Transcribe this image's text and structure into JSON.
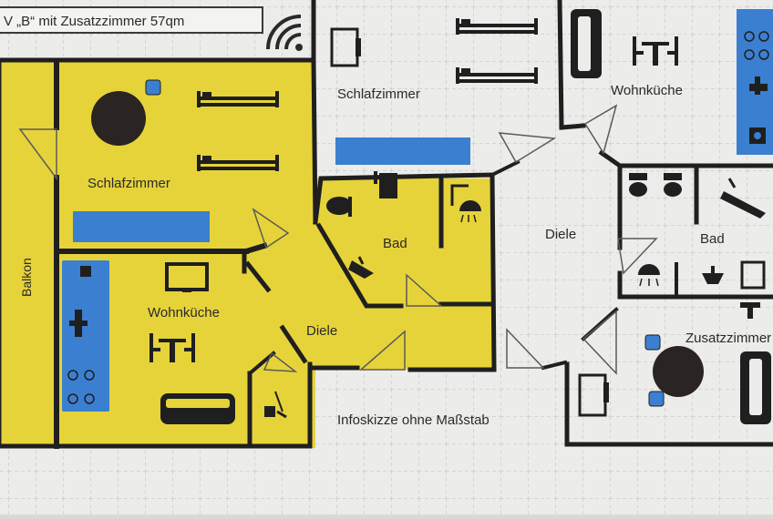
{
  "header": {
    "title": "V „B“ mit Zusatzzimmer 57qm"
  },
  "plan": {
    "left_unit": {
      "balcony": "Balkon",
      "bedroom": "Schlafzimmer",
      "kitchen_living": "Wohnküche",
      "hall": "Diele",
      "bathroom": "Bad"
    },
    "right_unit": {
      "bedroom": "Schlafzimmer",
      "kitchen_living": "Wohnküche",
      "hall": "Diele",
      "bathroom": "Bad",
      "extra_room": "Zusatzzimmer"
    },
    "note": "Infoskizze ohne Maßstab"
  },
  "colors": {
    "paper": "#ececea",
    "grid": "#bfc0bb",
    "yellow": "#e6d33a",
    "blue": "#3b7fd0",
    "wall": "#1f1f1f"
  },
  "icons": [
    "wifi-icon",
    "bed-icon",
    "table-icon",
    "sofa-icon",
    "tv-icon",
    "toilet-icon",
    "shower-icon",
    "sink-icon",
    "bathtub-icon",
    "stove-icon",
    "broom-icon",
    "washing-machine-icon",
    "stool-icon",
    "round-table-icon",
    "desk-icon"
  ]
}
